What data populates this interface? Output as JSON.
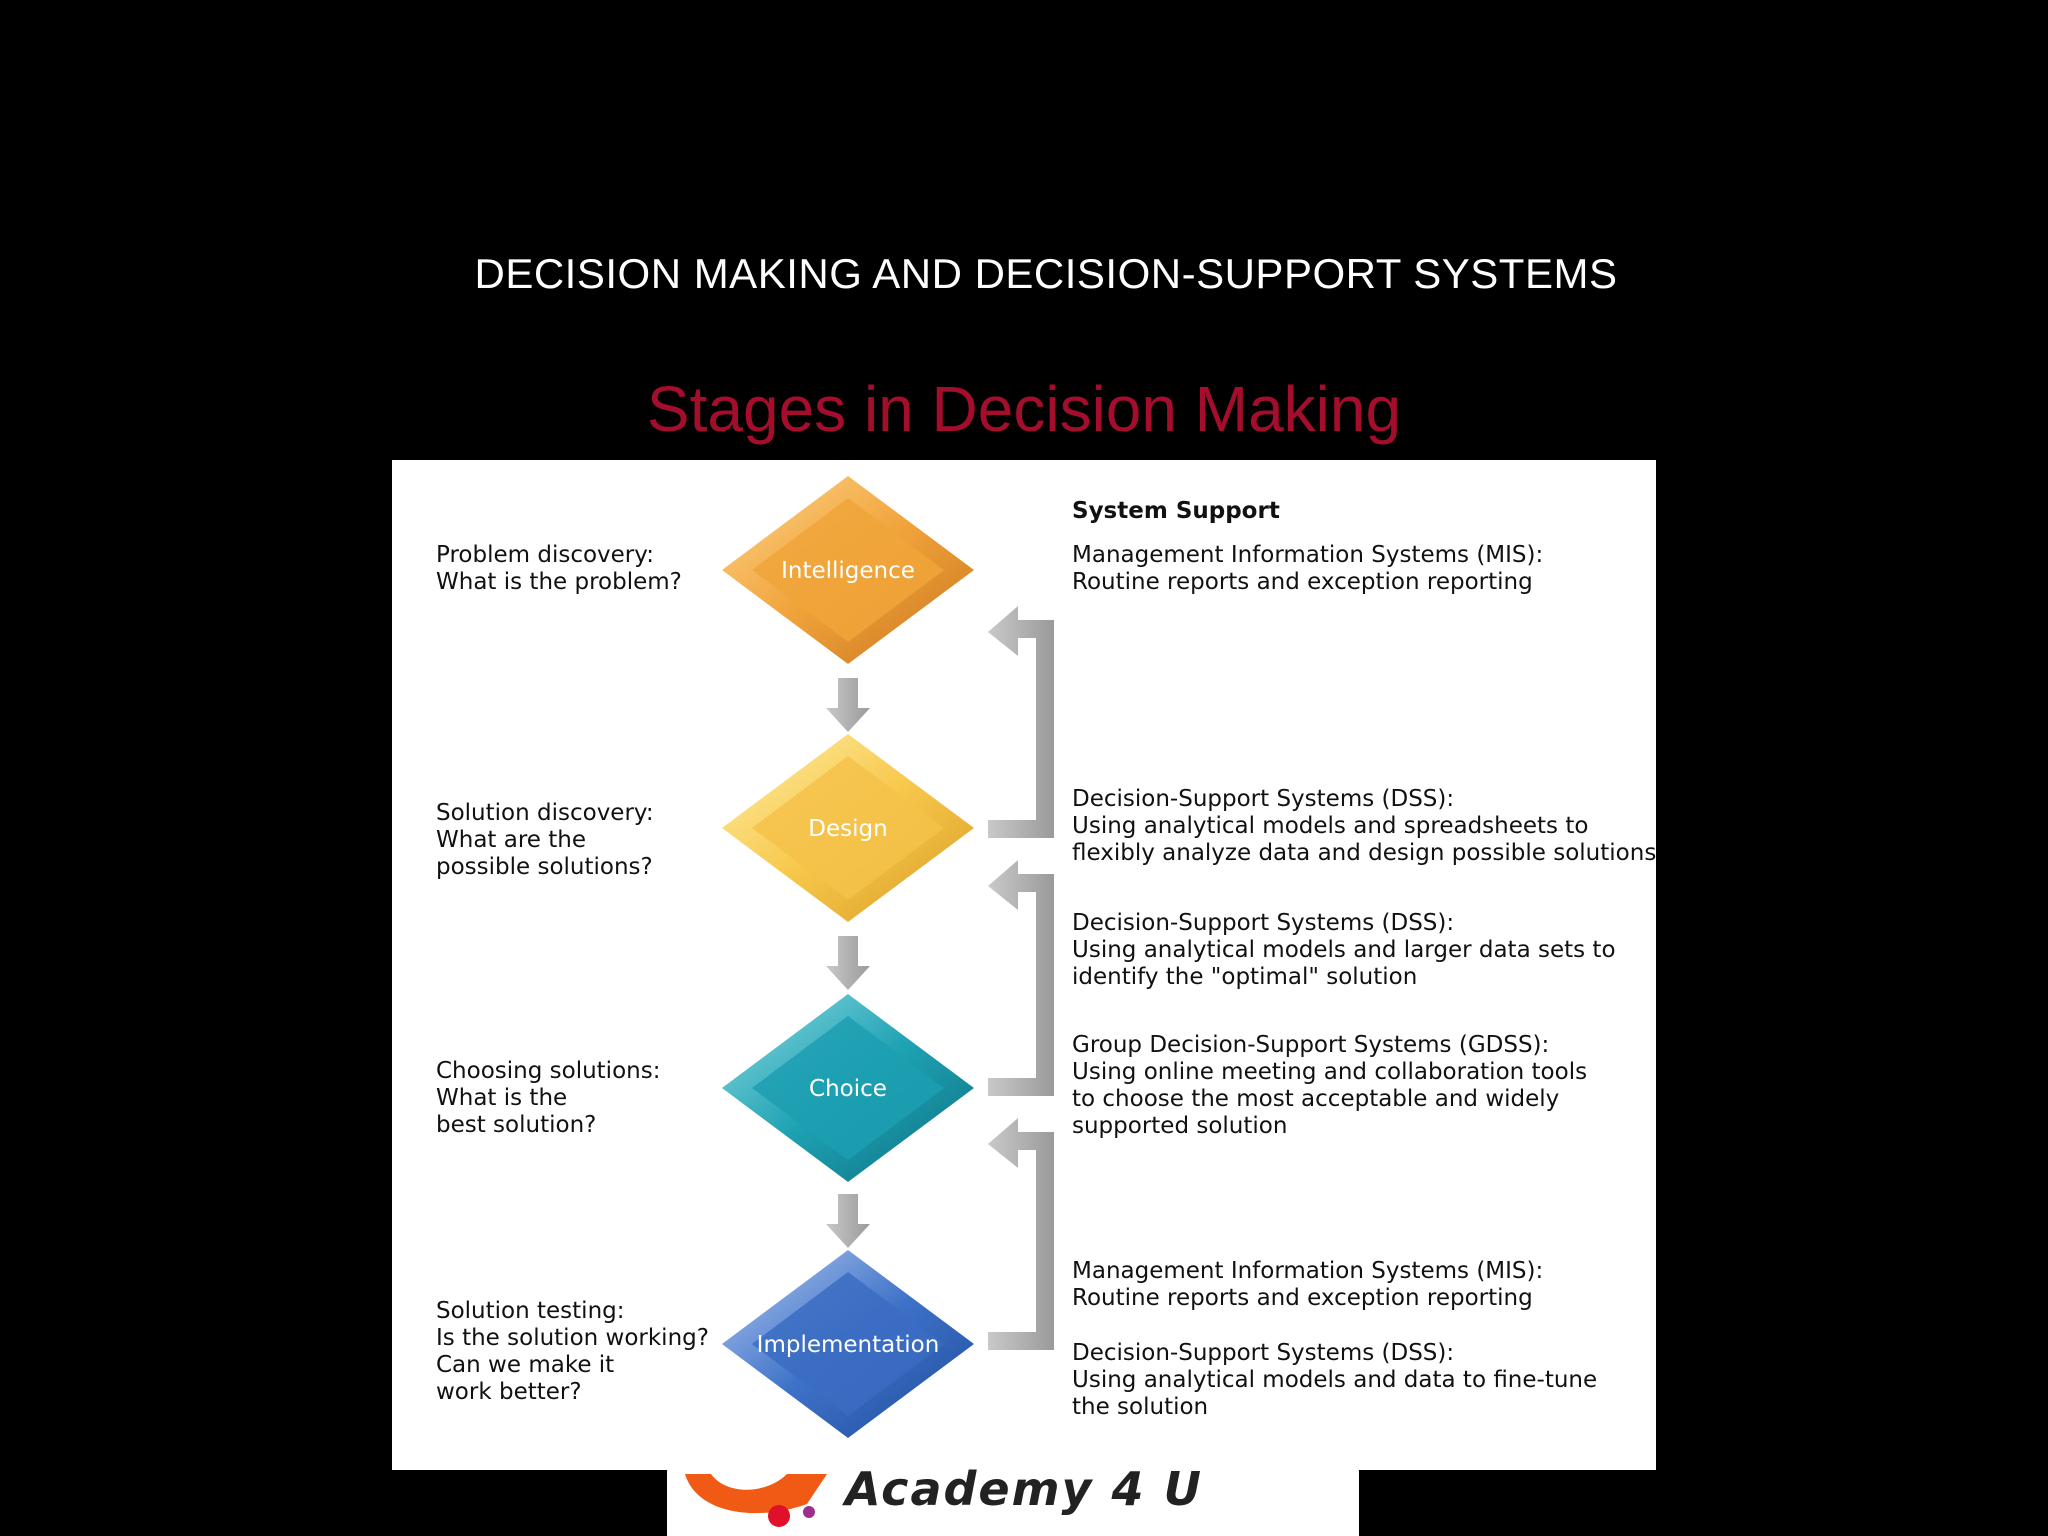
{
  "slide": {
    "title": "DECISION MAKING AND DECISION-SUPPORT SYSTEMS",
    "subtitle": "Stages in  Decision Making"
  },
  "diagram": {
    "stages": [
      {
        "name": "Intelligence",
        "color": "#f0a43a",
        "question": [
          "Problem discovery:",
          "What is the problem?"
        ]
      },
      {
        "name": "Design",
        "color": "#f6c64a",
        "question": [
          "Solution discovery:",
          "What are the",
          "possible solutions?"
        ]
      },
      {
        "name": "Choice",
        "color": "#1fa3b4",
        "question": [
          "Choosing solutions:",
          "What is the",
          "best solution?"
        ]
      },
      {
        "name": "Implementation",
        "color": "#3b6fc6",
        "question": [
          "Solution testing:",
          "Is the solution working?",
          "Can we make it",
          "work better?"
        ]
      }
    ],
    "support_header": "System Support",
    "support": [
      [
        "Management Information Systems (MIS):",
        "Routine reports and exception reporting"
      ],
      [
        "Decision-Support Systems (DSS):",
        "Using analytical models and spreadsheets to",
        "flexibly analyze data and design possible solutions"
      ],
      [
        "Decision-Support Systems (DSS):",
        "Using analytical models and larger data sets to",
        "identify the \"optimal\" solution"
      ],
      [
        "Group Decision-Support Systems (GDSS):",
        "Using online meeting and collaboration tools",
        "to choose the most acceptable and widely",
        "supported solution"
      ],
      [
        "Management Information Systems (MIS):",
        "Routine reports and exception reporting"
      ],
      [
        "Decision-Support Systems (DSS):",
        "Using analytical models and data to fine-tune",
        "the solution"
      ]
    ]
  },
  "logo": {
    "text": "Academy 4 U",
    "colors": {
      "swoosh": "#f05a14",
      "dot": "#e0102a",
      "dot2": "#9a2f8f"
    }
  }
}
